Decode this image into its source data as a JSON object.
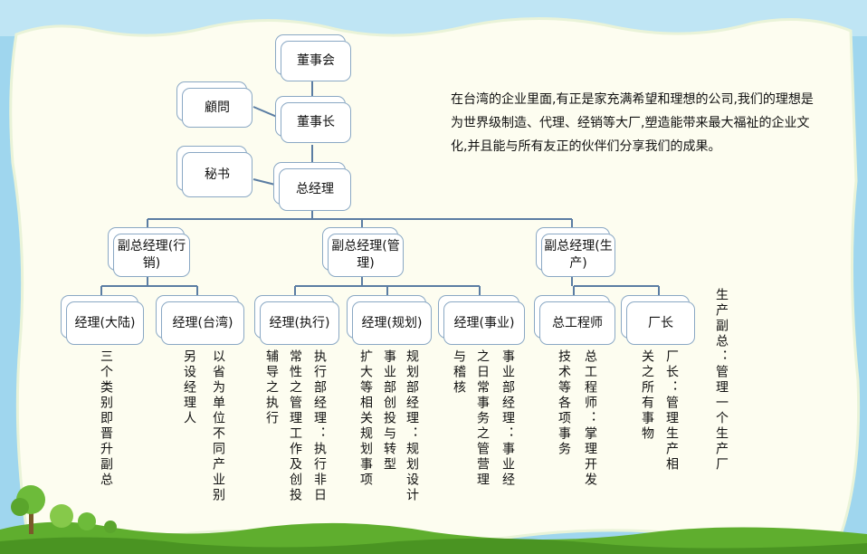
{
  "mission": "在台湾的企业里面,有正是家充满希望和理想的公司,我们的理想是为世界级制造、代理、经销等大厂,塑造能带来最大福祉的企业文化,并且能与所有友正的伙伴们分享我们的成果。",
  "org": {
    "board": "董事会",
    "chairman": "董事长",
    "advisor": "顧問",
    "secretary": "秘书",
    "general_manager": "总经理",
    "vp_marketing": "副总经理(行销)",
    "vp_management": "副总经理(管理)",
    "vp_production": "副总经理(生产)",
    "mgr_mainland": "经理(大陆)",
    "mgr_taiwan": "经理(台湾)",
    "mgr_execution": "经理(执行)",
    "mgr_planning": "经理(规划)",
    "mgr_business": "经理(事业)",
    "chief_engineer": "总工程师",
    "factory_director": "厂长"
  },
  "notes": {
    "mainland": "三个类别即晋升副总",
    "taiwan_1": "另设经理人",
    "taiwan_2": "以省为单位不同产业别",
    "exec_1": "辅导之执行",
    "exec_2": "常性之管理工作及创投",
    "exec_3": "执行部经理：执行非日",
    "plan_1": "扩大等相关规划事项",
    "plan_2": "事业部创投与转型",
    "plan_3": "规划部经理：规划设计",
    "biz_1": "与稽核",
    "biz_2": "之日常事务之管营理",
    "biz_3": "事业部经理：事业经",
    "eng_1": "技术等各项事务",
    "eng_2": "总工程师：掌理开发",
    "factory_1": "关之所有事物",
    "factory_2": "厂长：管理生产相",
    "vp_production_note": "生产副总：管理一个生产厂"
  },
  "colors": {
    "background_blue": "#9fd6ee",
    "frame_cream": "#fdfdf0",
    "connector": "#5b7da3",
    "box_border": "#8aa8c4",
    "grass_green": "#5fae2e"
  }
}
